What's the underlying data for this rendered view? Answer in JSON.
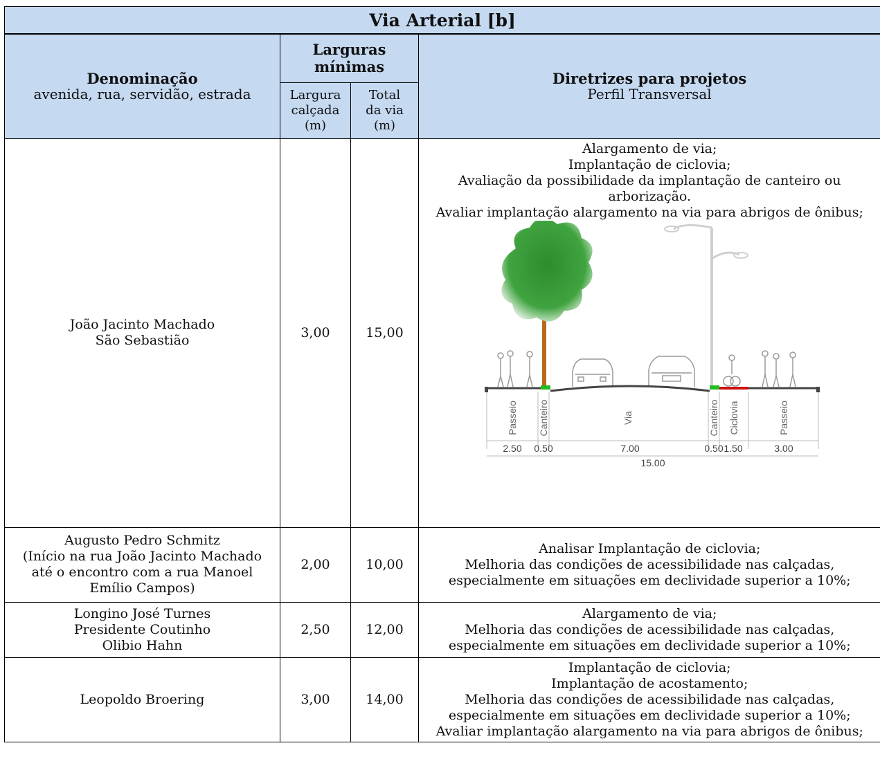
{
  "title": "Via Arterial [b]",
  "header": {
    "denominacao": "Denominação",
    "denominacao_sub": "avenida, rua, servidão, estrada",
    "larguras_minimas": "Larguras mínimas",
    "largura_calcada": [
      "Largura",
      "calçada",
      "(m)"
    ],
    "total_via": [
      "Total",
      "da via",
      "(m)"
    ],
    "diretrizes": "Diretrizes para projetos",
    "perfil": "Perfil Transversal"
  },
  "rows": [
    {
      "names": [
        "João Jacinto Machado",
        "São Sebastião"
      ],
      "largura": "3,00",
      "total": "15,00",
      "diretrizes": [
        "Alargamento de via;",
        "Implantação de ciclovia;",
        "Avaliação da possibilidade da implantação de canteiro ou",
        "arborização.",
        "Avaliar implantação alargamento na via para abrigos de ônibus;"
      ]
    },
    {
      "names": [
        "Augusto Pedro Schmitz",
        "(Início na rua João Jacinto Machado",
        "até o encontro com a rua Manoel",
        "Emílio Campos)"
      ],
      "largura": "2,00",
      "total": "10,00",
      "diretrizes": [
        "Analisar Implantação de ciclovia;",
        "Melhoria das condições de acessibilidade nas calçadas,",
        "especialmente em situações em declividade superior a 10%;"
      ]
    },
    {
      "names": [
        "Longino José Turnes",
        "Presidente Coutinho",
        "Olibio Hahn"
      ],
      "largura": "2,50",
      "total": "12,00",
      "diretrizes": [
        "Alargamento de via;",
        "Melhoria das condições de acessibilidade nas calçadas,",
        "especialmente em situações em declividade superior a 10%;"
      ]
    },
    {
      "names": [
        "Leopoldo Broering"
      ],
      "largura": "3,00",
      "total": "14,00",
      "diretrizes": [
        "Implantação de ciclovia;",
        "Implantação de acostamento;",
        "Melhoria das condições de acessibilidade nas calçadas,",
        "especialmente em situações em declividade superior a 10%;",
        "Avaliar implantação alargamento na via para abrigos de ônibus;"
      ]
    }
  ],
  "profile": {
    "labels": {
      "passeio_left": "Passeio",
      "canteiro_left": "Canteiro",
      "via": "Via",
      "canteiro_right": "Canteiro",
      "ciclovia": "Ciclovia",
      "passeio_right": "Passeio"
    },
    "dims": {
      "passeio_left": "2.50",
      "canteiro_left": "0.50",
      "via": "7.00",
      "canteiro_right": "0.50",
      "ciclovia": "1.50",
      "passeio_right": "3.00",
      "total": "15.00"
    },
    "colors": {
      "tree": "#2e8b2e",
      "trunk": "#b86a1a",
      "ciclovia": "#cc1111",
      "canteiro": "#22bb22",
      "header_bg": "#c5d9f1"
    }
  }
}
